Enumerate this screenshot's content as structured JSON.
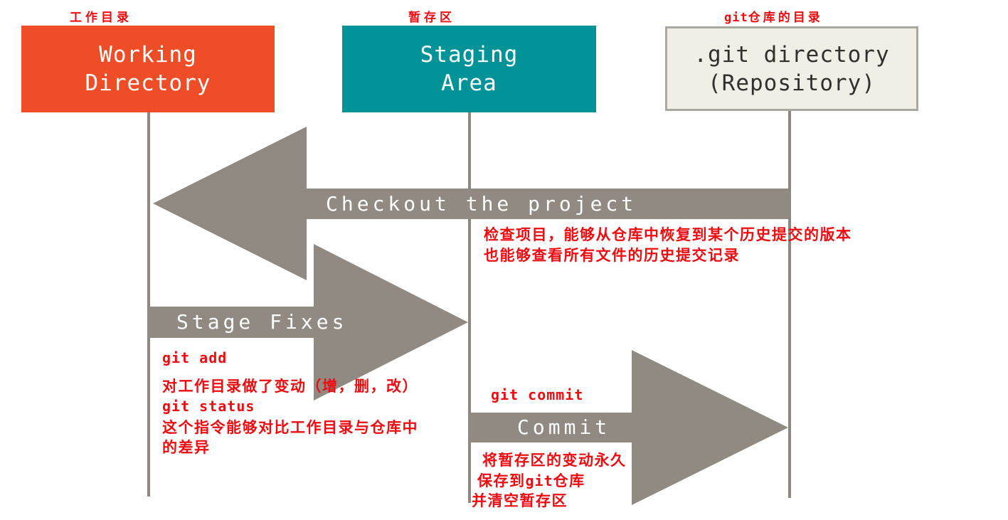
{
  "colors": {
    "orange": "#EF4D28",
    "teal": "#029399",
    "arrow_gray": "#908A83",
    "line_gray": "#8E8880",
    "repo_bg": "#EFEFE8",
    "repo_border": "#A9A89F",
    "red": "#ED0C10",
    "ink": "#32302C",
    "white": "#FFFFFF"
  },
  "top_labels": {
    "working": "工作目录",
    "staging": "暂存区",
    "repo_prefix": "git",
    "repo_suffix": "仓库的目录"
  },
  "boxes": {
    "working": {
      "line1": "Working",
      "line2": "Directory"
    },
    "staging": {
      "line1": "Staging",
      "line2": "Area"
    },
    "repository": {
      "line1": ".git directory",
      "line2": "(Repository)"
    }
  },
  "arrows": {
    "checkout": {
      "label": "Checkout the project",
      "note1": "检查项目，能够从仓库中恢复到某个历史提交的版本",
      "note2": "也能够查看所有文件的历史提交记录"
    },
    "stage": {
      "label": "Stage Fixes",
      "cmd_add": "git add",
      "note_add": "对工作目录做了变动（增，删，改）",
      "cmd_status": "git status",
      "note_status1": "这个指令能够对比工作目录与仓库中",
      "note_status2": "的差异"
    },
    "commit": {
      "label": "Commit",
      "cmd": "git commit",
      "note1": "将暂存区的变动永久",
      "note2_pre": "保存到",
      "note2_code": "git",
      "note2_post": "仓库",
      "note3": "并清空暂存区"
    }
  }
}
